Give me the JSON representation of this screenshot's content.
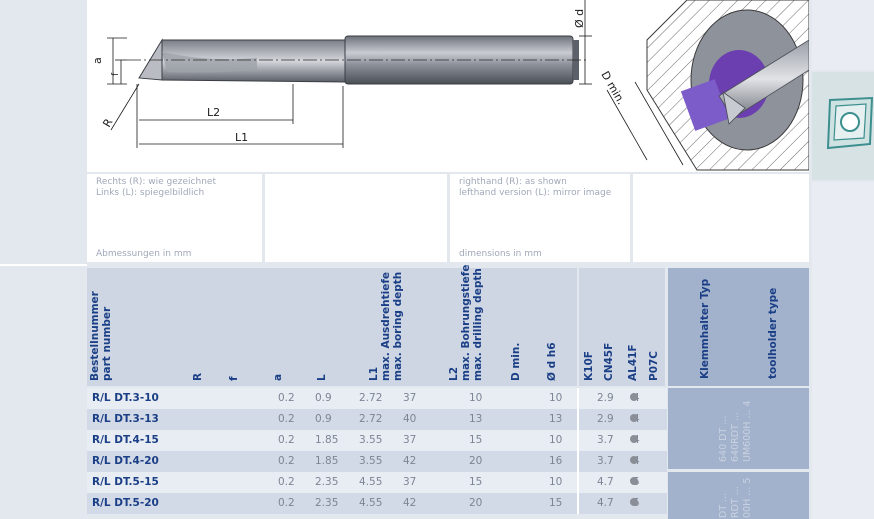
{
  "drawing": {
    "labels": {
      "a": "a",
      "f": "f",
      "R": "R",
      "L2": "L2",
      "L1": "L1",
      "d": "Ø d",
      "Dmin": "D min."
    }
  },
  "notes": {
    "de_line1": "Rechts (R): wie gezeichnet",
    "de_line2": "Links (L): spiegelbildlich",
    "de_units": "Abmessungen in mm",
    "en_line1": "righthand (R): as shown",
    "en_line2": "lefthand version (L): mirror image",
    "en_units": "dimensions in mm"
  },
  "table": {
    "headers": {
      "part_de": "Bestellnummer",
      "part_en": "part number",
      "R": "R",
      "f": "f",
      "a": "a",
      "L": "L",
      "L1_a": "L1",
      "L1_b": "max. Ausdrehtiefe",
      "L1_c": "max. boring depth",
      "L2_a": "L2",
      "L2_b": "max. Bohrungstiefe",
      "L2_c": "max. drilling depth",
      "Dmin": "D min.",
      "d": "Ø d h6",
      "g1": "K10F",
      "g2": "CN45F",
      "g3": "AL41F",
      "g4": "P07C",
      "holder_de": "Klemmhalter Typ",
      "holder_en": "toolholder type"
    },
    "rows": [
      {
        "part": "R/L DT.3-10",
        "R": "0.2",
        "f": "0.9",
        "a": "2.72",
        "L": "37",
        "L1": "10",
        "L2": "10",
        "Dmin": "2.9",
        "d": "4",
        "al41f": true
      },
      {
        "part": "R/L DT.3-13",
        "R": "0.2",
        "f": "0.9",
        "a": "2.72",
        "L": "40",
        "L1": "13",
        "L2": "13",
        "Dmin": "2.9",
        "d": "4",
        "al41f": true
      },
      {
        "part": "R/L DT.4-15",
        "R": "0.2",
        "f": "1.85",
        "a": "3.55",
        "L": "37",
        "L1": "15",
        "L2": "10",
        "Dmin": "3.7",
        "d": "4",
        "al41f": true
      },
      {
        "part": "R/L DT.4-20",
        "R": "0.2",
        "f": "1.85",
        "a": "3.55",
        "L": "42",
        "L1": "20",
        "L2": "16",
        "Dmin": "3.7",
        "d": "4",
        "al41f": true
      },
      {
        "part": "R/L DT.5-15",
        "R": "0.2",
        "f": "2.35",
        "a": "4.55",
        "L": "37",
        "L1": "15",
        "L2": "10",
        "Dmin": "4.7",
        "d": "5",
        "al41f": true
      },
      {
        "part": "R/L DT.5-20",
        "R": "0.2",
        "f": "2.35",
        "a": "4.55",
        "L": "42",
        "L1": "20",
        "L2": "15",
        "Dmin": "4.7",
        "d": "5",
        "al41f": true
      }
    ],
    "holders": [
      {
        "line1": "640 DT ...",
        "line2": "640RDT ...",
        "line3": "UM600H ... 4"
      },
      {
        "line1": "DT ...",
        "line2": "RDT ...",
        "line3": "00H ... 5"
      }
    ]
  },
  "colors": {
    "header": "#ced6e3",
    "row_light": "#e8ecf3",
    "row_dark": "#d3dae7",
    "holder": "#a3b2cc",
    "blue_text": "#1b3f86",
    "insert": "#3d8f8f"
  }
}
